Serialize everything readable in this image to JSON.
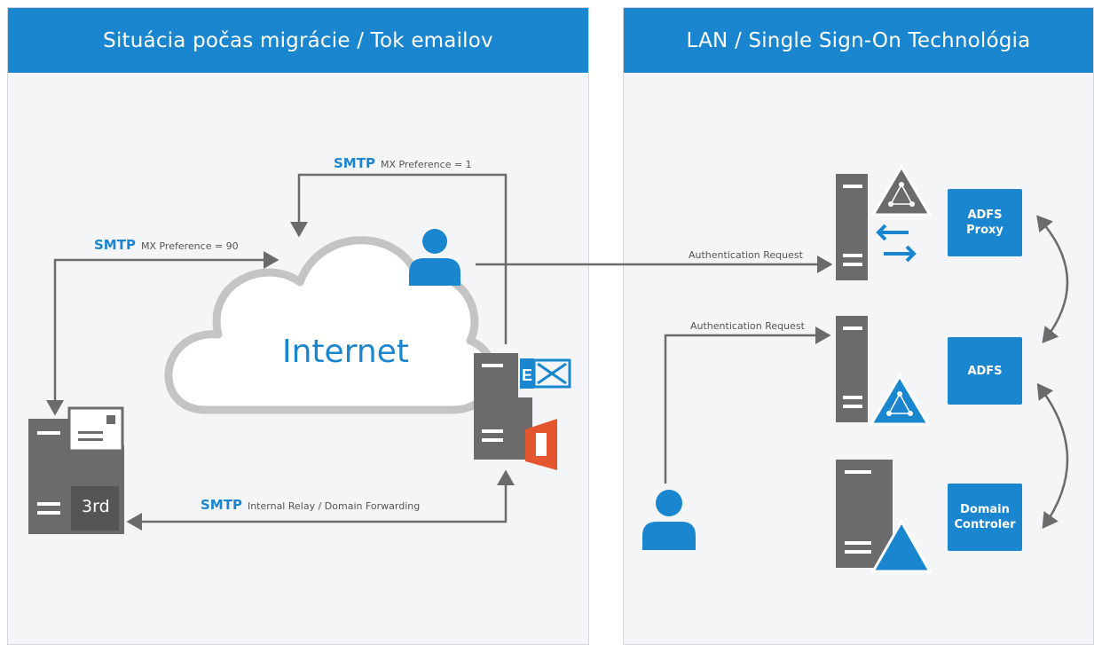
{
  "left_panel": {
    "title": "Situácia počas migrácie / Tok emailov"
  },
  "right_panel": {
    "title": "LAN / Single Sign-On Technológia"
  },
  "cloud": {
    "label": "Internet"
  },
  "flows": {
    "mx1": {
      "protocol": "SMTP",
      "detail": "MX Preference = 1"
    },
    "mx90": {
      "protocol": "SMTP",
      "detail": "MX Preference = 90"
    },
    "relay": {
      "protocol": "SMTP",
      "detail": "Internal Relay / Domain Forwarding"
    },
    "auth_external": "Authentication Request",
    "auth_internal": "Authentication Request"
  },
  "servers": {
    "third_party": "3rd",
    "adfs_proxy": "ADFS Proxy",
    "adfs": "ADFS",
    "domain_controller": "Domain Controler"
  },
  "icons": [
    "user-icon",
    "cloud-icon",
    "server-icon",
    "exchange-icon",
    "office-icon",
    "mail-icon",
    "adfs-triangle-icon",
    "arrows-icon"
  ],
  "colors": {
    "accent": "#1a86cf",
    "server": "#6b6b6b",
    "line": "#6b6b6b",
    "office": "#e4572e",
    "panel": "#f4f5f7"
  }
}
